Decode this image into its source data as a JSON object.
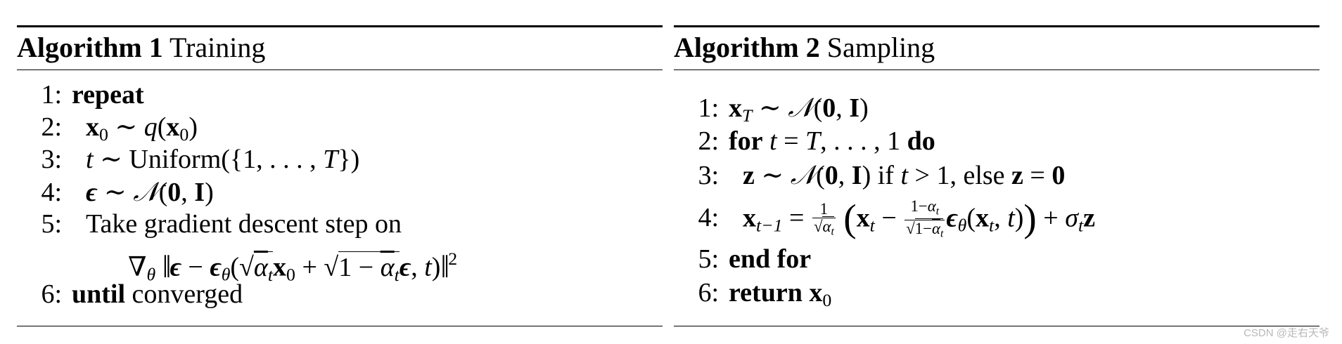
{
  "algorithm1": {
    "label": "Algorithm 1",
    "title": "Training",
    "lines": {
      "n1": "1:",
      "n2": "2:",
      "n3": "3:",
      "n4": "4:",
      "n5": "5:",
      "n6": "6:",
      "repeat": "repeat",
      "take_step": "Take gradient descent step on",
      "until": "until",
      "converged": "converged",
      "uniform": "Uniform"
    }
  },
  "algorithm2": {
    "label": "Algorithm 2",
    "title": "Sampling",
    "lines": {
      "n1": "1:",
      "n2": "2:",
      "n3": "3:",
      "n4": "4:",
      "n5": "5:",
      "n6": "6:",
      "for": "for",
      "do": "do",
      "if": "if",
      "else": "else",
      "end_for": "end for",
      "return": "return"
    }
  },
  "watermark": "CSDN @走右天爷"
}
